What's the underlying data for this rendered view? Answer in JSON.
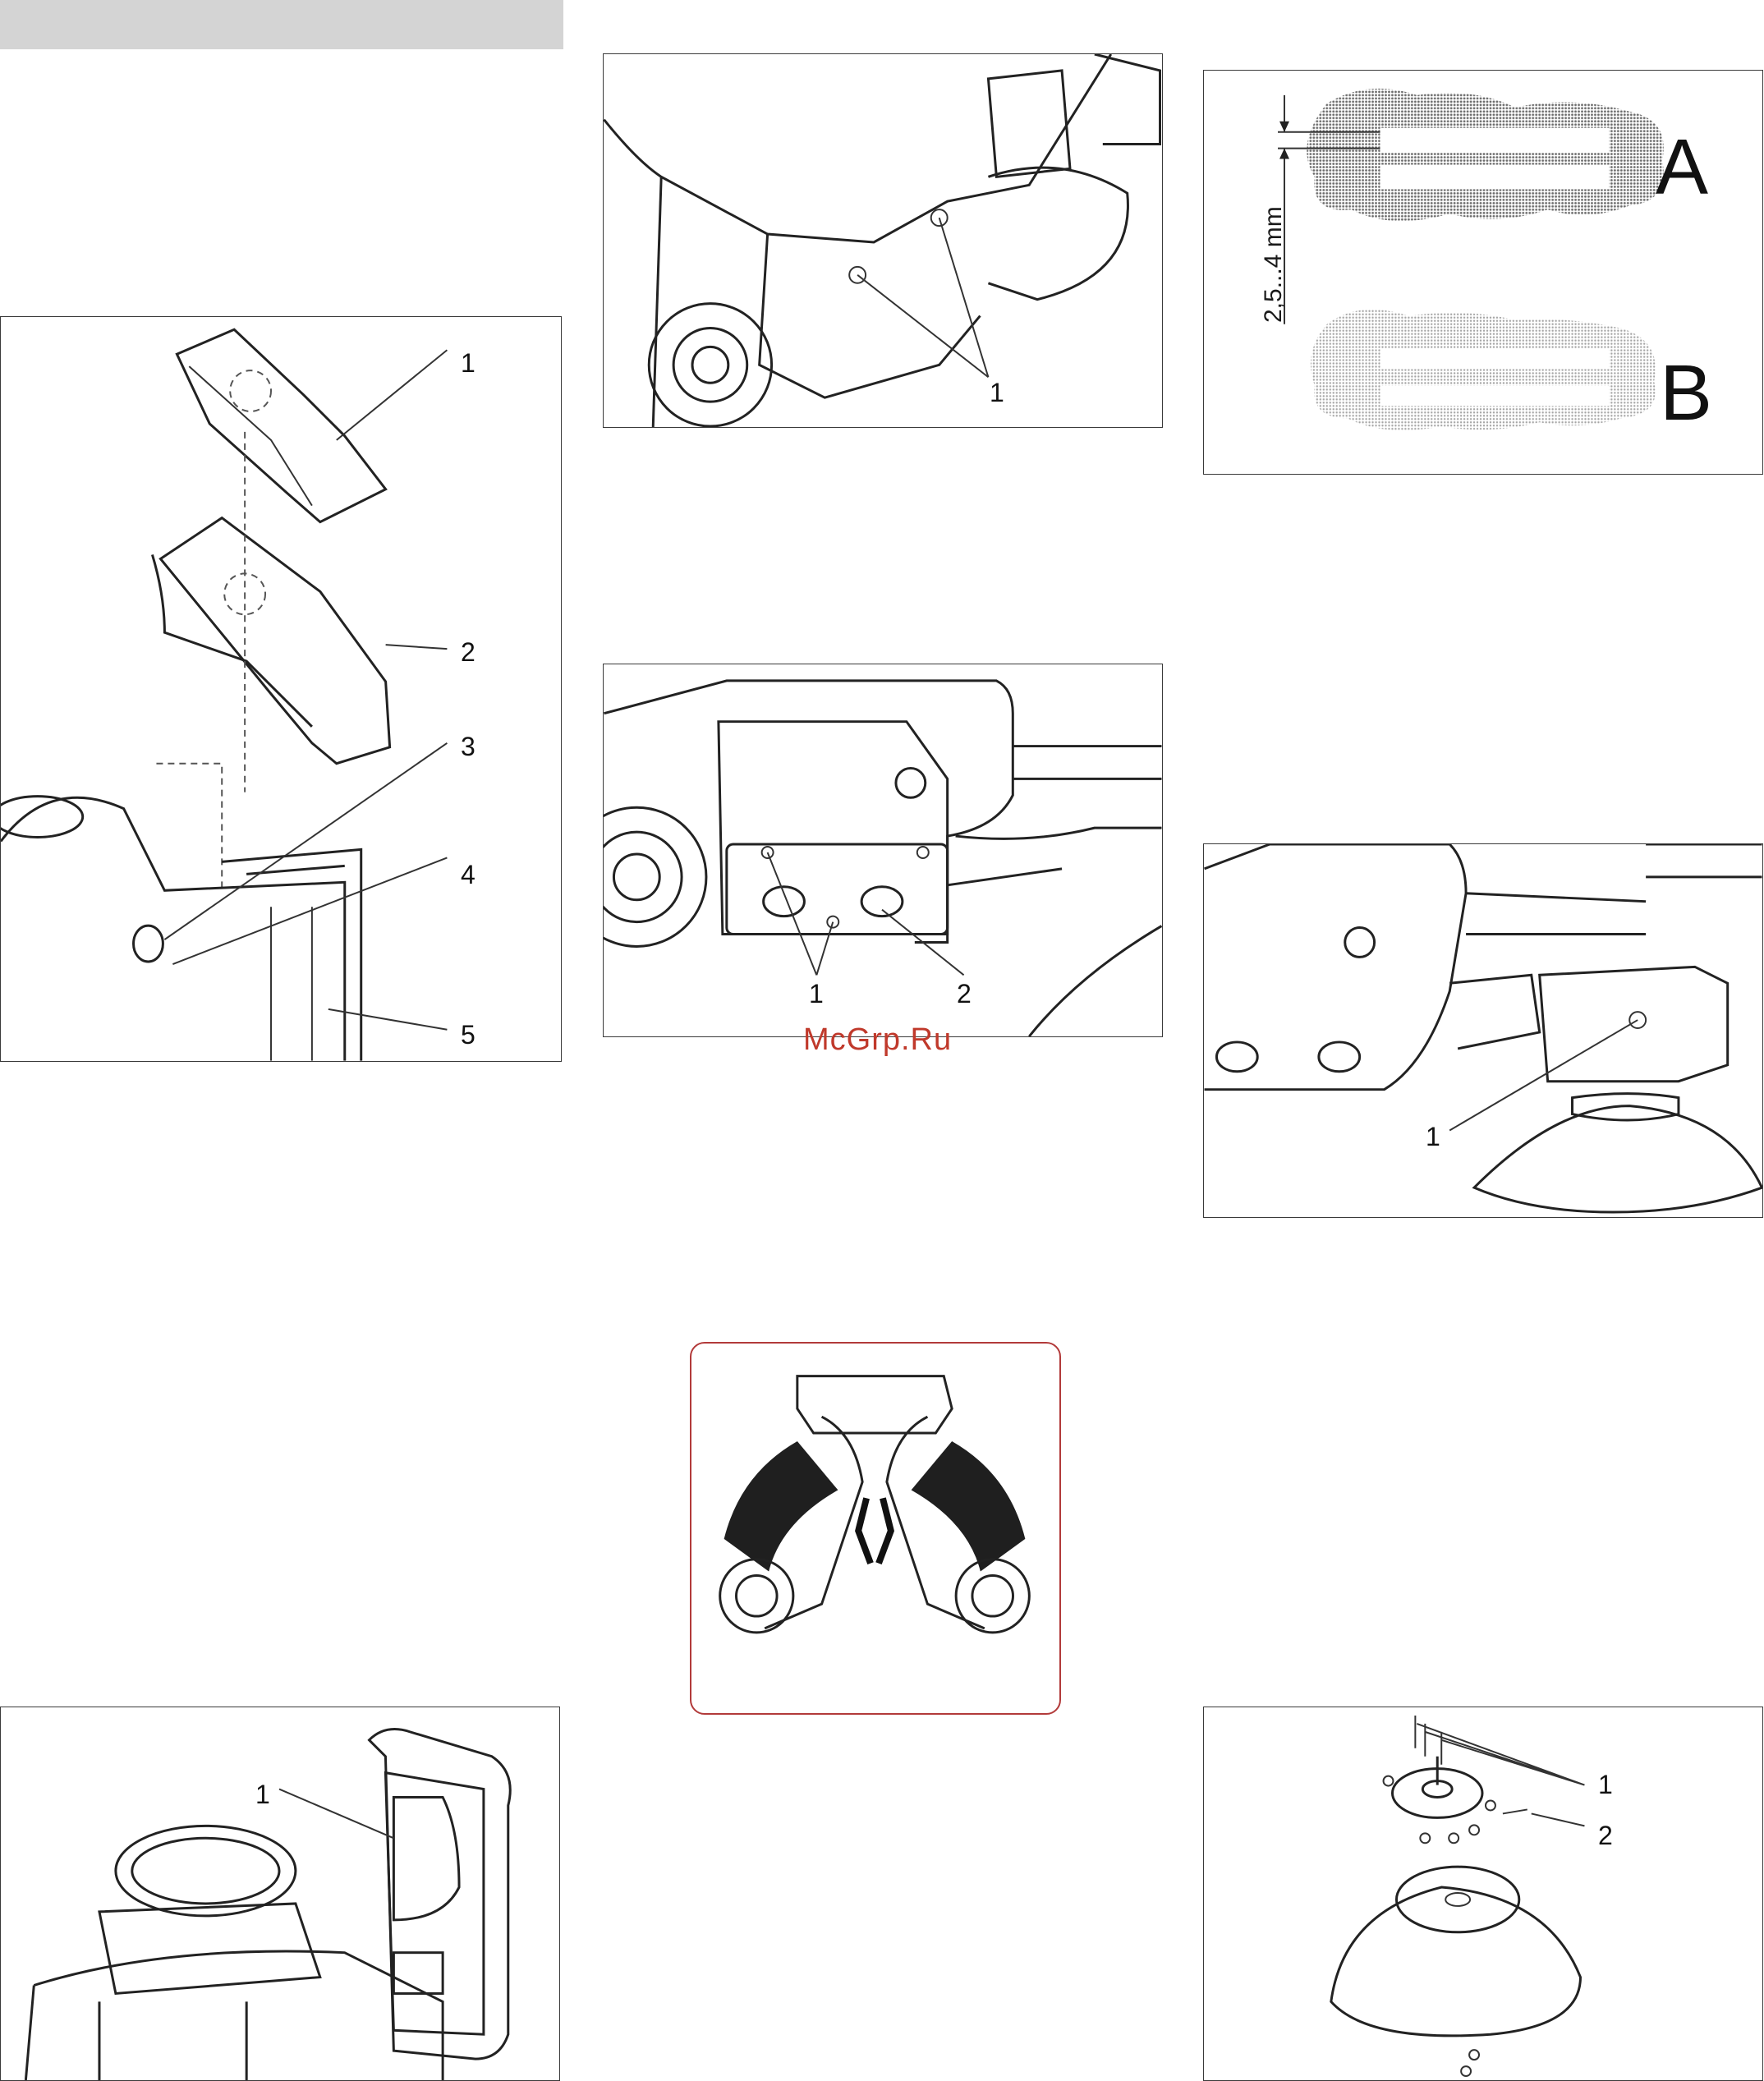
{
  "figures": {
    "fig_bag": {
      "callouts": [
        "1",
        "2",
        "3",
        "4",
        "5"
      ]
    },
    "fig_side_top": {
      "callouts": [
        "1"
      ]
    },
    "fig_brush_pattern": {
      "dimension": "2,5...4 mm",
      "label_a": "A",
      "label_b": "B"
    },
    "fig_side_plate": {
      "callouts": [
        "1",
        "2"
      ]
    },
    "fig_side_brush_arm": {
      "callouts": [
        "1"
      ]
    },
    "fig_hopper_lid": {
      "callouts": [
        "1"
      ]
    },
    "fig_side_brush_disc": {
      "callouts": [
        "1",
        "2"
      ]
    }
  },
  "watermark": "McGrp.Ru",
  "warning_panel": {
    "icon": "pinch-rollers-warning-icon"
  }
}
